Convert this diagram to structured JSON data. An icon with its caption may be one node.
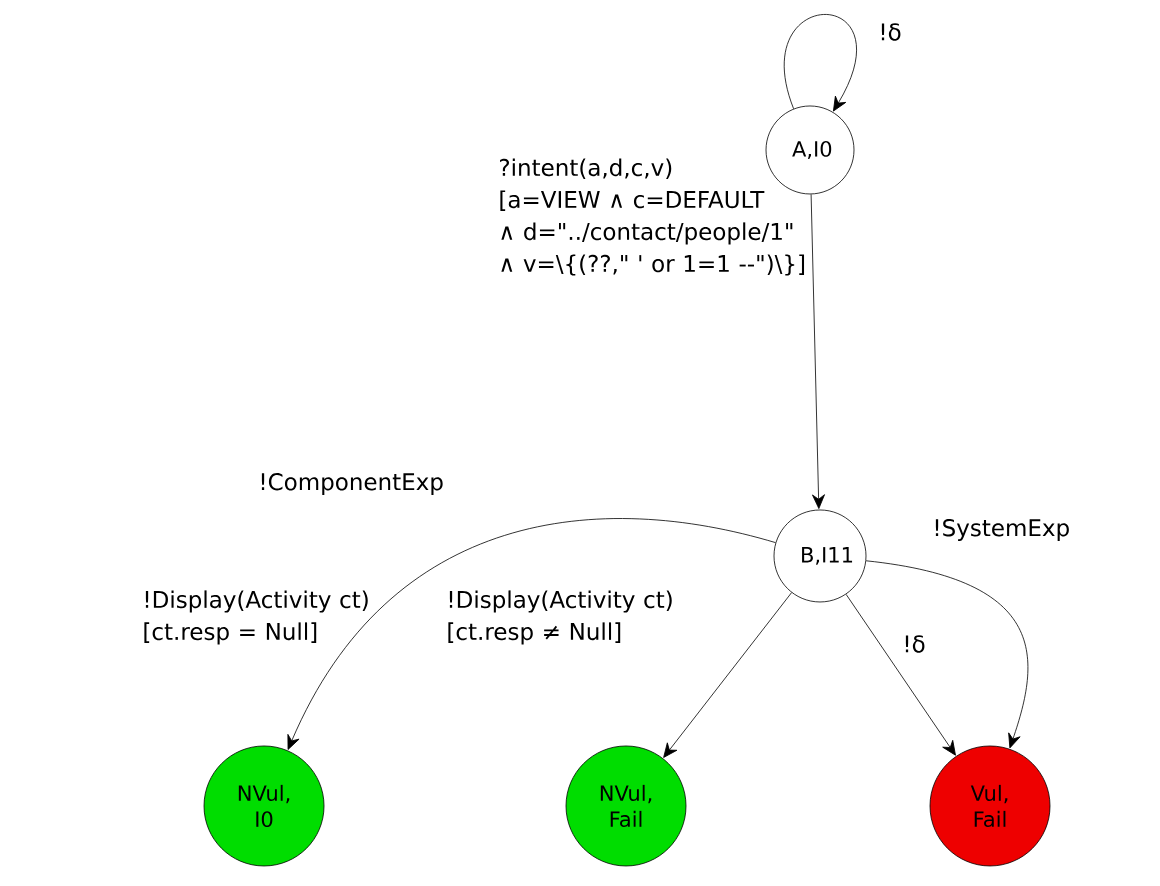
{
  "diagram": {
    "nodes": [
      {
        "text": [
          "A,I0"
        ]
      },
      {
        "text": [
          "B,I11"
        ]
      },
      {
        "text": [
          "NVul, I0"
        ]
      },
      {
        "text": [
          "NVul, Fail"
        ]
      },
      {
        "text": [
          "Vul, Fail"
        ]
      }
    ],
    "edges": [
      {
        "from": 0,
        "to": 0,
        "arrow": "to",
        "label": "!δ"
      },
      {
        "from": 0,
        "to": 1,
        "arrow": "to",
        "label": "?intent(a,d,c,v) [a=VIEW ∧ c=DEFAULT ∧ d=\"../contact/people/1\" ∧ v=\\{(??,\" ' or 1=1 --\")\\}]"
      },
      {
        "from": 1,
        "to": 2,
        "arrow": "to",
        "label": "!ComponentExp"
      },
      {
        "from": 1,
        "to": 3,
        "arrow": "to",
        "label": "!Display(Activity ct) [ct.resp ≠ Null]"
      },
      {
        "from": 1,
        "to": 4,
        "arrow": "to",
        "label": "!δ"
      },
      {
        "from": 1,
        "to": 4,
        "arrow": "to",
        "label": "!SystemExp"
      }
    ],
    "labels": [
      "!Display(Activity ct) [ct.resp = Null]"
    ]
  }
}
